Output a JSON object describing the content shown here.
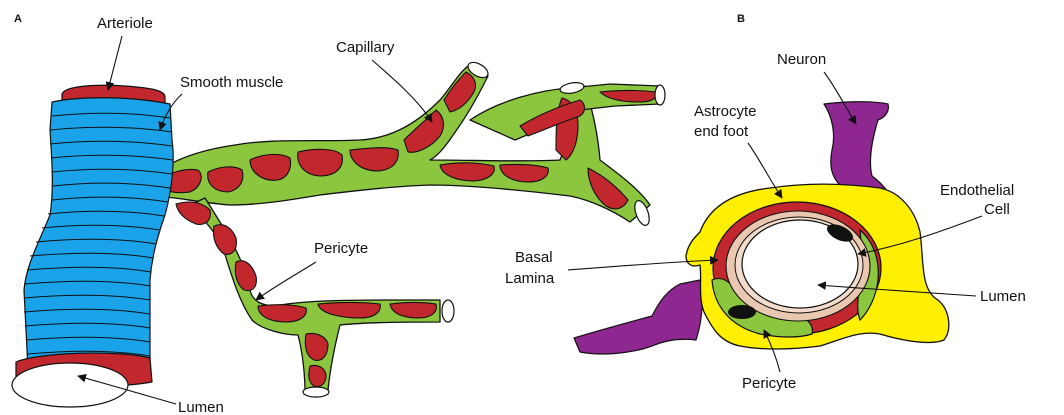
{
  "panels": {
    "a": "A",
    "b": "B"
  },
  "labels": {
    "arteriole": "Arteriole",
    "smooth_muscle": "Smooth muscle",
    "capillary": "Capillary",
    "pericyte_a": "Pericyte",
    "lumen_a": "Lumen",
    "neuron": "Neuron",
    "astrocyte_1": "Astrocyte",
    "astrocyte_2": "end foot",
    "endothelial_1": "Endothelial",
    "endothelial_2": "Cell",
    "basal_1": "Basal",
    "basal_2": "Lamina",
    "lumen_b": "Lumen",
    "pericyte_b": "Pericyte"
  },
  "colors": {
    "smooth_muscle": "#1aa3e8",
    "endothelium": "#c1272d",
    "pericyte": "#8cc63f",
    "astrocyte": "#ffef00",
    "neuron": "#8e278f",
    "basal_lamina": "#e9c7b0",
    "outline": "#111111"
  }
}
